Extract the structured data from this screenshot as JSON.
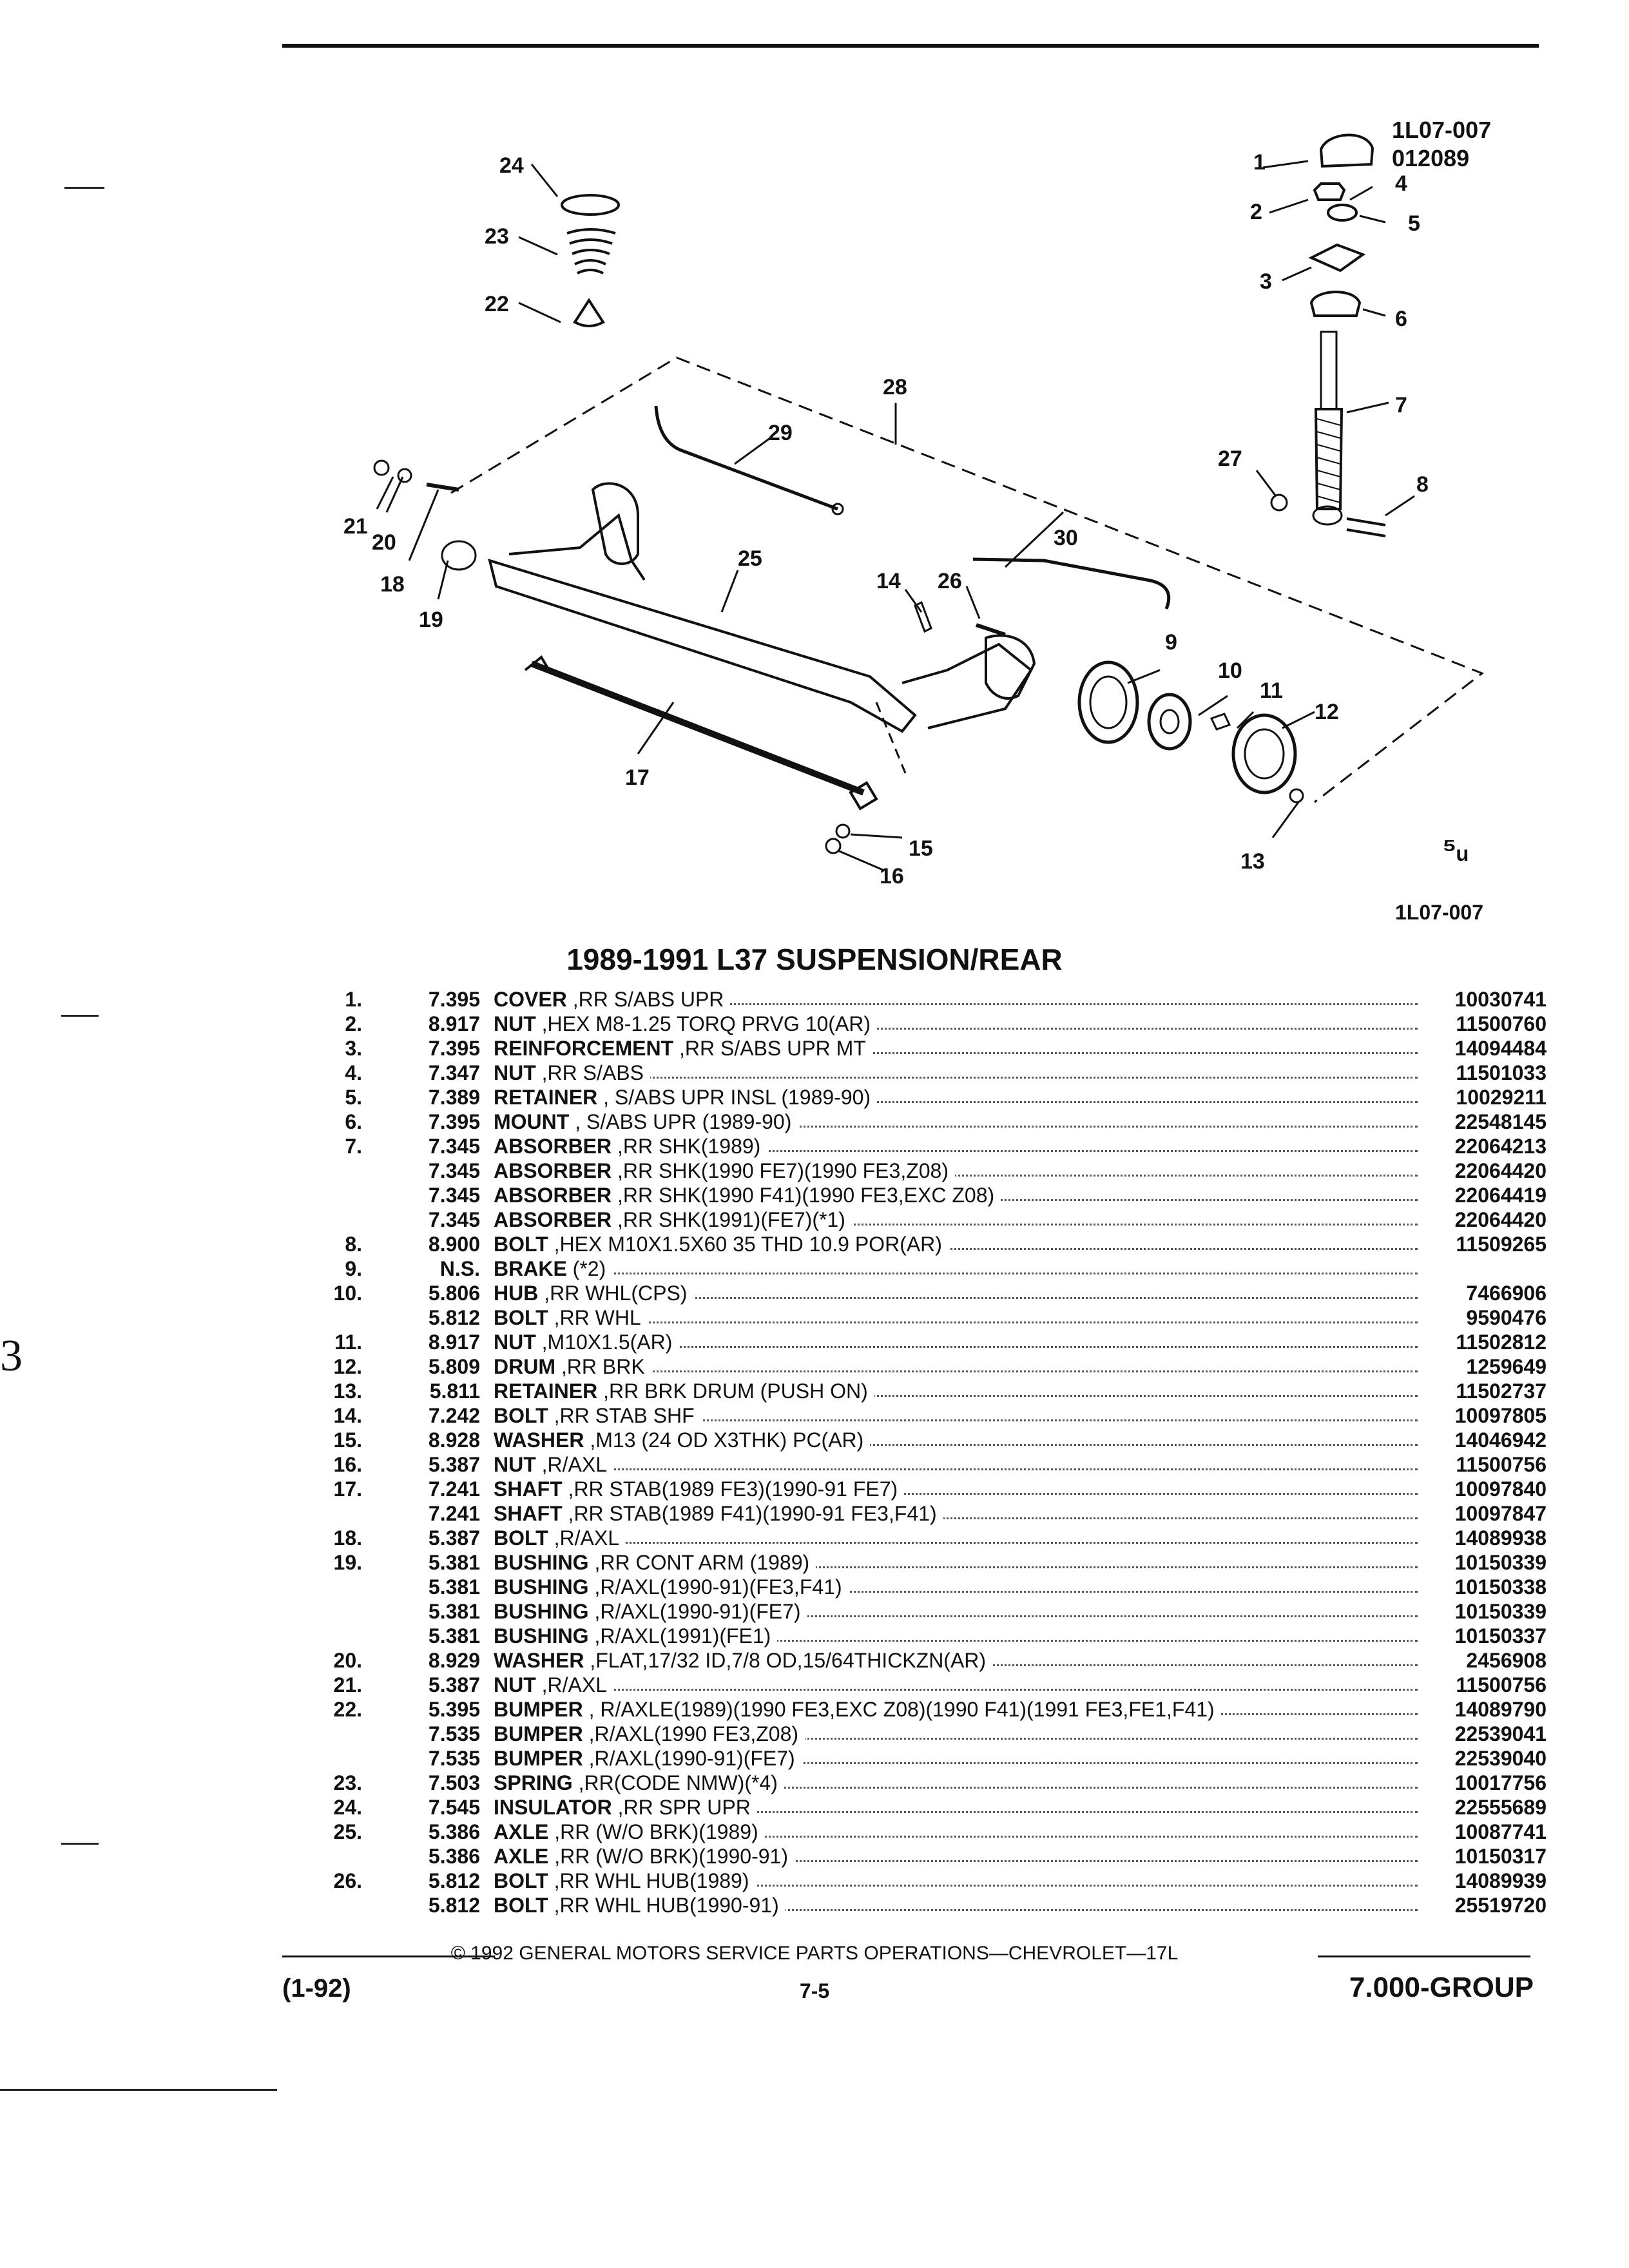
{
  "figure": {
    "code": "1L07-007",
    "date_code": "012089",
    "caption": "1L07-007",
    "logo_glyph": "⁵ᵤ"
  },
  "callouts": [
    "1",
    "2",
    "3",
    "4",
    "5",
    "6",
    "7",
    "8",
    "9",
    "10",
    "11",
    "12",
    "13",
    "14",
    "15",
    "16",
    "17",
    "18",
    "19",
    "20",
    "21",
    "22",
    "23",
    "24",
    "25",
    "26",
    "27",
    "28",
    "29",
    "30"
  ],
  "title": "1989-1991 L37 SUSPENSION/REAR",
  "parts": [
    {
      "ref": "1.",
      "grp": "7.395",
      "name": "COVER",
      "rest": " ,RR S/ABS UPR",
      "part": "10030741"
    },
    {
      "ref": "2.",
      "grp": "8.917",
      "name": "NUT",
      "rest": " ,HEX M8-1.25 TORQ PRVG 10(AR)",
      "part": "11500760"
    },
    {
      "ref": "3.",
      "grp": "7.395",
      "name": "REINFORCEMENT",
      "rest": " ,RR S/ABS UPR MT",
      "part": "14094484"
    },
    {
      "ref": "4.",
      "grp": "7.347",
      "name": "NUT",
      "rest": " ,RR S/ABS",
      "part": "11501033"
    },
    {
      "ref": "5.",
      "grp": "7.389",
      "name": "RETAINER",
      "rest": " , S/ABS UPR INSL (1989-90)",
      "part": "10029211"
    },
    {
      "ref": "6.",
      "grp": "7.395",
      "name": "MOUNT",
      "rest": " , S/ABS UPR (1989-90)",
      "part": "22548145"
    },
    {
      "ref": "7.",
      "grp": "7.345",
      "name": "ABSORBER",
      "rest": " ,RR SHK(1989)",
      "part": "22064213"
    },
    {
      "ref": "",
      "grp": "7.345",
      "name": "ABSORBER",
      "rest": " ,RR SHK(1990 FE7)(1990 FE3,Z08)",
      "part": "22064420"
    },
    {
      "ref": "",
      "grp": "7.345",
      "name": "ABSORBER",
      "rest": " ,RR SHK(1990 F41)(1990 FE3,EXC Z08)",
      "part": "22064419"
    },
    {
      "ref": "",
      "grp": "7.345",
      "name": "ABSORBER",
      "rest": " ,RR SHK(1991)(FE7)(*1)",
      "part": "22064420"
    },
    {
      "ref": "8.",
      "grp": "8.900",
      "name": "BOLT",
      "rest": " ,HEX M10X1.5X60 35 THD 10.9 POR(AR)",
      "part": "11509265"
    },
    {
      "ref": "9.",
      "grp": "N.S.",
      "name": "BRAKE",
      "rest": " (*2)",
      "part": ""
    },
    {
      "ref": "10.",
      "grp": "5.806",
      "name": "HUB",
      "rest": " ,RR WHL(CPS)",
      "part": "7466906"
    },
    {
      "ref": "",
      "grp": "5.812",
      "name": "BOLT",
      "rest": " ,RR WHL",
      "part": "9590476"
    },
    {
      "ref": "11.",
      "grp": "8.917",
      "name": "NUT",
      "rest": " ,M10X1.5(AR)",
      "part": "11502812"
    },
    {
      "ref": "12.",
      "grp": "5.809",
      "name": "DRUM",
      "rest": " ,RR BRK",
      "part": "1259649"
    },
    {
      "ref": "13.",
      "grp": "5.811",
      "name": "RETAINER",
      "rest": " ,RR BRK DRUM (PUSH ON)",
      "part": "11502737"
    },
    {
      "ref": "14.",
      "grp": "7.242",
      "name": "BOLT",
      "rest": " ,RR STAB SHF",
      "part": "10097805"
    },
    {
      "ref": "15.",
      "grp": "8.928",
      "name": "WASHER",
      "rest": " ,M13 (24 OD X3THK) PC(AR)",
      "part": "14046942"
    },
    {
      "ref": "16.",
      "grp": "5.387",
      "name": "NUT",
      "rest": " ,R/AXL",
      "part": "11500756"
    },
    {
      "ref": "17.",
      "grp": "7.241",
      "name": "SHAFT",
      "rest": " ,RR STAB(1989 FE3)(1990-91 FE7)",
      "part": "10097840"
    },
    {
      "ref": "",
      "grp": "7.241",
      "name": "SHAFT",
      "rest": " ,RR STAB(1989 F41)(1990-91 FE3,F41)",
      "part": "10097847"
    },
    {
      "ref": "18.",
      "grp": "5.387",
      "name": "BOLT",
      "rest": " ,R/AXL",
      "part": "14089938"
    },
    {
      "ref": "19.",
      "grp": "5.381",
      "name": "BUSHING",
      "rest": " ,RR CONT ARM (1989)",
      "part": "10150339"
    },
    {
      "ref": "",
      "grp": "5.381",
      "name": "BUSHING",
      "rest": " ,R/AXL(1990-91)(FE3,F41)",
      "part": "10150338"
    },
    {
      "ref": "",
      "grp": "5.381",
      "name": "BUSHING",
      "rest": " ,R/AXL(1990-91)(FE7)",
      "part": "10150339"
    },
    {
      "ref": "",
      "grp": "5.381",
      "name": "BUSHING",
      "rest": " ,R/AXL(1991)(FE1)",
      "part": "10150337"
    },
    {
      "ref": "20.",
      "grp": "8.929",
      "name": "WASHER",
      "rest": " ,FLAT,17/32 ID,7/8 OD,15/64THICKZN(AR)",
      "part": "2456908"
    },
    {
      "ref": "21.",
      "grp": "5.387",
      "name": "NUT",
      "rest": " ,R/AXL",
      "part": "11500756"
    },
    {
      "ref": "22.",
      "grp": "5.395",
      "name": "BUMPER",
      "rest": " , R/AXLE(1989)(1990 FE3,EXC Z08)(1990 F41)(1991 FE3,FE1,F41)",
      "part": "14089790"
    },
    {
      "ref": "",
      "grp": "7.535",
      "name": "BUMPER",
      "rest": " ,R/AXL(1990 FE3,Z08)",
      "part": "22539041"
    },
    {
      "ref": "",
      "grp": "7.535",
      "name": "BUMPER",
      "rest": " ,R/AXL(1990-91)(FE7)",
      "part": "22539040"
    },
    {
      "ref": "23.",
      "grp": "7.503",
      "name": "SPRING",
      "rest": " ,RR(CODE NMW)(*4)",
      "part": "10017756"
    },
    {
      "ref": "24.",
      "grp": "7.545",
      "name": "INSULATOR",
      "rest": " ,RR SPR UPR",
      "part": "22555689"
    },
    {
      "ref": "25.",
      "grp": "5.386",
      "name": "AXLE",
      "rest": " ,RR (W/O BRK)(1989)",
      "part": "10087741"
    },
    {
      "ref": "",
      "grp": "5.386",
      "name": "AXLE",
      "rest": " ,RR (W/O BRK)(1990-91)",
      "part": "10150317"
    },
    {
      "ref": "26.",
      "grp": "5.812",
      "name": "BOLT",
      "rest": " ,RR WHL HUB(1989)",
      "part": "14089939"
    },
    {
      "ref": "",
      "grp": "5.812",
      "name": "BOLT",
      "rest": " ,RR WHL HUB(1990-91)",
      "part": "25519720"
    }
  ],
  "footer": {
    "copyright": "© 1992 GENERAL MOTORS SERVICE PARTS OPERATIONS—CHEVROLET—17L",
    "revision": "(1-92)",
    "page": "7-5",
    "group": "7.000-GROUP"
  },
  "margin_glyph": "3"
}
